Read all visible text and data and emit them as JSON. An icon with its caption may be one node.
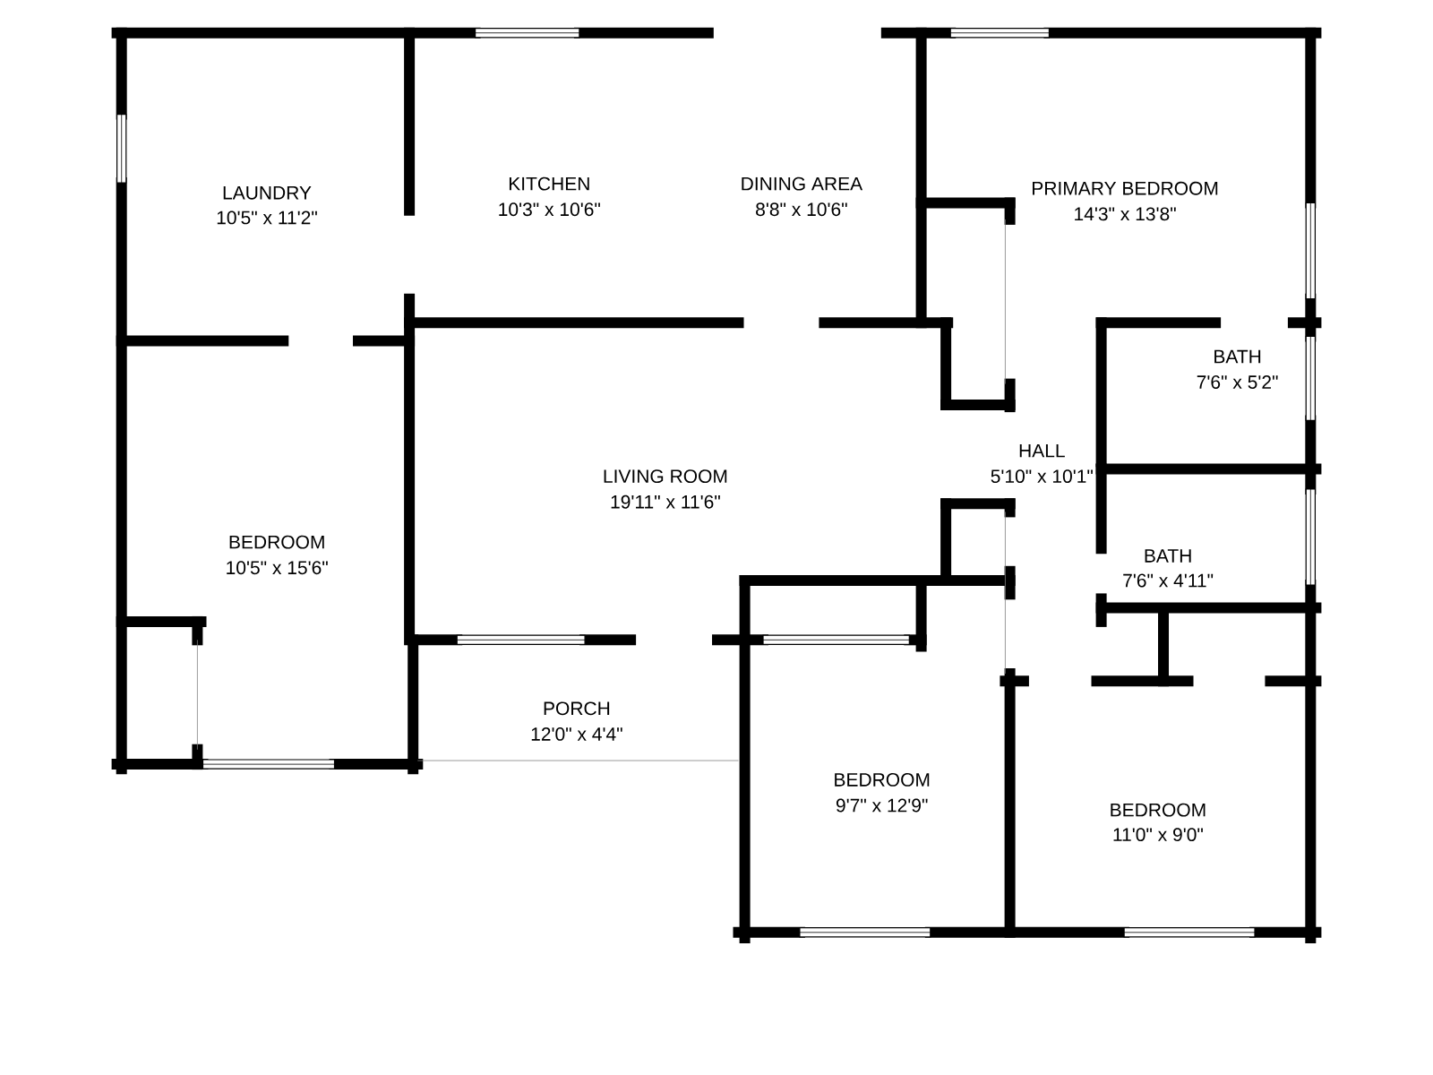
{
  "diagram": {
    "labels": [
      "LAUNDRY",
      "10'5\" x 11'2\"",
      "KITCHEN",
      "10'3\" x 10'6\"",
      "DINING AREA",
      "8'8\" x 10'6\"",
      "PRIMARY BEDROOM",
      "14'3\" x 13'8\"",
      "BATH",
      "7'6\" x 5'2\"",
      "HALL",
      "5'10\" x 10'1\"",
      "LIVING ROOM",
      "19'11\" x 11'6\"",
      "BEDROOM",
      "10'5\" x 15'6\"",
      "BATH",
      "7'6\" x 4'11\"",
      "PORCH",
      "12'0\" x 4'4\"",
      "BEDROOM",
      "9'7\" x 12'9\"",
      "BEDROOM",
      "11'0\" x 9'0\""
    ]
  }
}
